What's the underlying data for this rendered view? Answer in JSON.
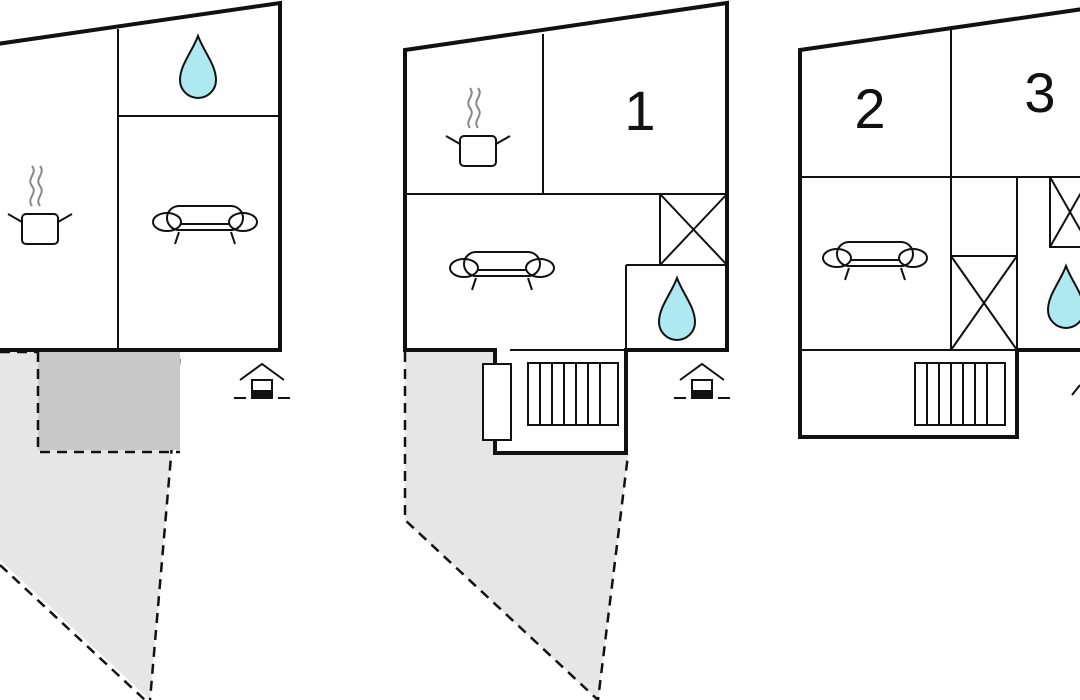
{
  "plans": [
    {
      "name": "floor-plan-left",
      "rooms": []
    },
    {
      "name": "floor-plan-middle",
      "rooms": [
        {
          "label": "1"
        }
      ]
    },
    {
      "name": "floor-plan-right",
      "rooms": [
        {
          "label": "2"
        },
        {
          "label": "3"
        }
      ]
    }
  ],
  "colors": {
    "water": "#aee8f0",
    "terrace": "#e6e6e6",
    "terrace_dark": "#c8c8c8",
    "line": "#111111"
  },
  "icons": [
    "kitchen-pot-icon",
    "sofa-icon",
    "bathroom-water-drop-icon",
    "entrance-arrow-icon",
    "stairs-icon",
    "void-cross-icon"
  ]
}
